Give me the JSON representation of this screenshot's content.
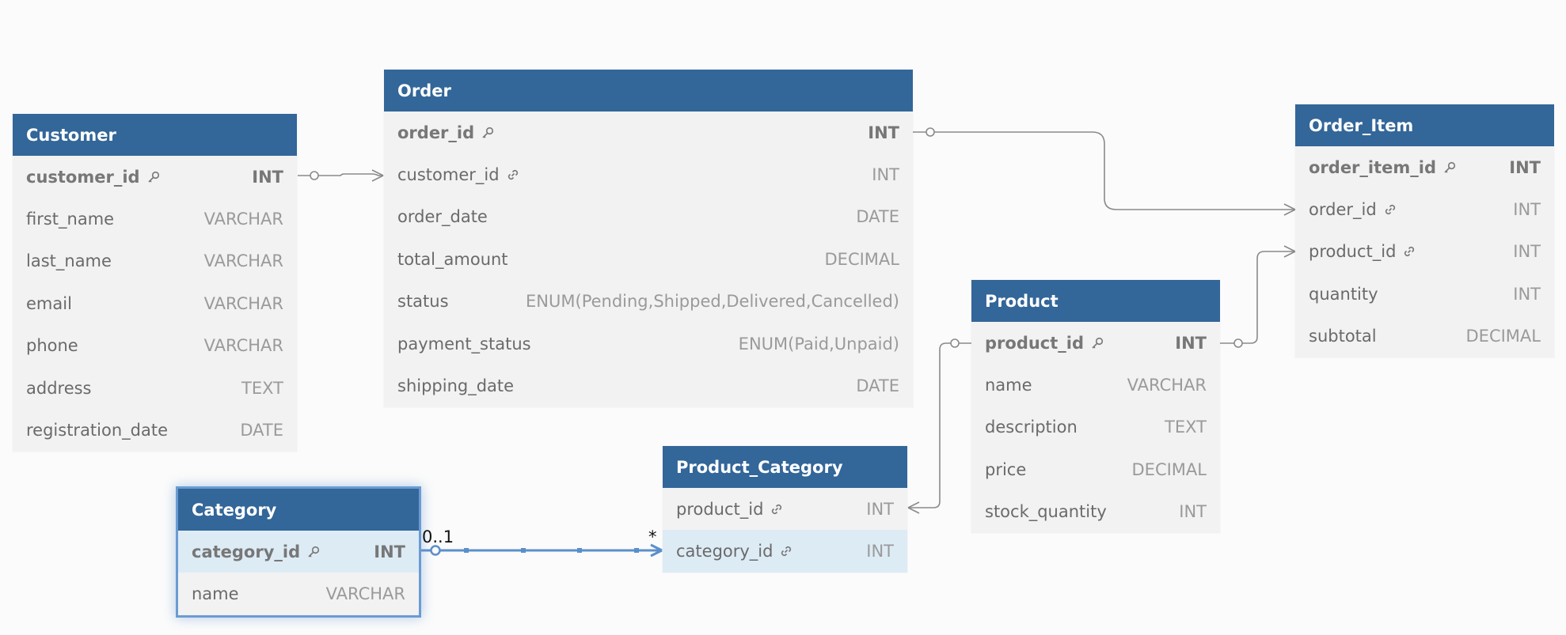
{
  "colors": {
    "header": "#336699",
    "body": "#f2f2f2",
    "highlight": "#ddebf5",
    "edge": "#8a8a8a",
    "selected_edge": "#5b8fcb"
  },
  "tables": {
    "customer": {
      "title": "Customer",
      "fields": [
        {
          "name": "customer_id",
          "type": "INT",
          "icon": "key-icon"
        },
        {
          "name": "first_name",
          "type": "VARCHAR"
        },
        {
          "name": "last_name",
          "type": "VARCHAR"
        },
        {
          "name": "email",
          "type": "VARCHAR"
        },
        {
          "name": "phone",
          "type": "VARCHAR"
        },
        {
          "name": "address",
          "type": "TEXT"
        },
        {
          "name": "registration_date",
          "type": "DATE"
        }
      ]
    },
    "order": {
      "title": "Order",
      "fields": [
        {
          "name": "order_id",
          "type": "INT",
          "icon": "key-icon"
        },
        {
          "name": "customer_id",
          "type": "INT",
          "icon": "link-icon"
        },
        {
          "name": "order_date",
          "type": "DATE"
        },
        {
          "name": "total_amount",
          "type": "DECIMAL"
        },
        {
          "name": "status",
          "type": "ENUM(Pending,Shipped,Delivered,Cancelled)"
        },
        {
          "name": "payment_status",
          "type": "ENUM(Paid,Unpaid)"
        },
        {
          "name": "shipping_date",
          "type": "DATE"
        }
      ]
    },
    "order_item": {
      "title": "Order_Item",
      "fields": [
        {
          "name": "order_item_id",
          "type": "INT",
          "icon": "key-icon"
        },
        {
          "name": "order_id",
          "type": "INT",
          "icon": "link-icon"
        },
        {
          "name": "product_id",
          "type": "INT",
          "icon": "link-icon"
        },
        {
          "name": "quantity",
          "type": "INT"
        },
        {
          "name": "subtotal",
          "type": "DECIMAL"
        }
      ]
    },
    "product": {
      "title": "Product",
      "fields": [
        {
          "name": "product_id",
          "type": "INT",
          "icon": "key-icon"
        },
        {
          "name": "name",
          "type": "VARCHAR"
        },
        {
          "name": "description",
          "type": "TEXT"
        },
        {
          "name": "price",
          "type": "DECIMAL"
        },
        {
          "name": "stock_quantity",
          "type": "INT"
        }
      ]
    },
    "product_category": {
      "title": "Product_Category",
      "fields": [
        {
          "name": "product_id",
          "type": "INT",
          "icon": "link-icon"
        },
        {
          "name": "category_id",
          "type": "INT",
          "icon": "link-icon"
        }
      ]
    },
    "category": {
      "title": "Category",
      "fields": [
        {
          "name": "category_id",
          "type": "INT",
          "icon": "key-icon"
        },
        {
          "name": "name",
          "type": "VARCHAR"
        }
      ]
    }
  },
  "relationships": {
    "category_product_category": {
      "from_cardinality": "0..1",
      "to_cardinality": "*"
    }
  }
}
